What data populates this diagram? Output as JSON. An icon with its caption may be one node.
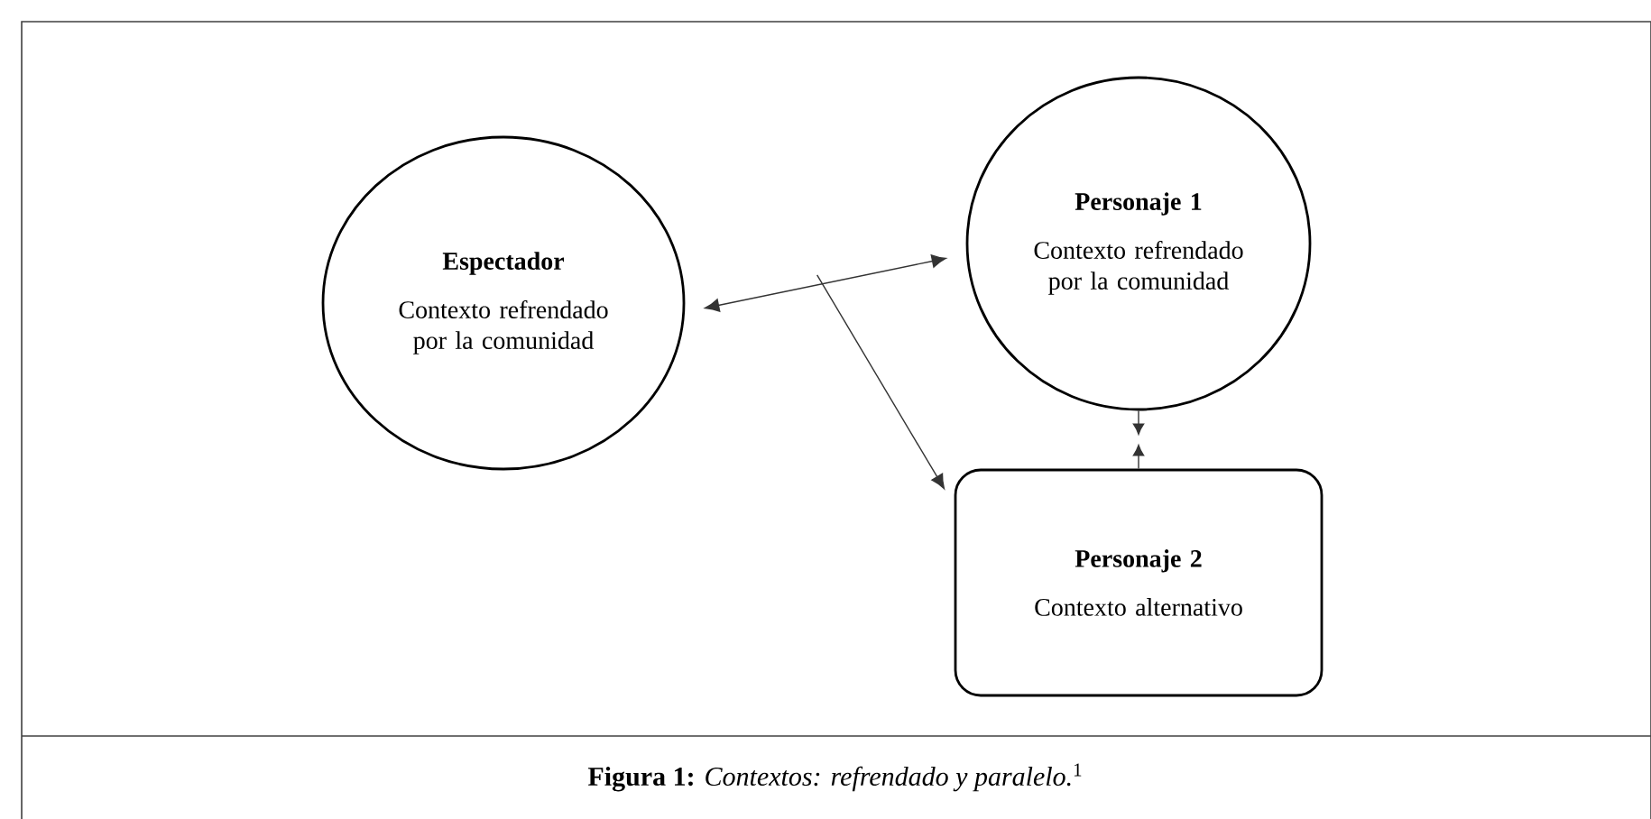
{
  "diagram": {
    "caption": "**Figura 1:** *Contextos: refrendado y paralelo.*$^{1}$",
    "nodes": [
      {
        "text": [
          "Espectador",
          "Contexto refrendado por la comunidad"
        ]
      },
      {
        "text": [
          "Personaje 1",
          "Contexto refrendado por la comunidad"
        ]
      },
      {
        "text": [
          "Personaje 2",
          "Contexto alternativo"
        ]
      }
    ],
    "edges": [
      {
        "from": 0,
        "to": 1,
        "arrow": "both"
      },
      {
        "from": null,
        "to": 2,
        "arrow": "to"
      },
      {
        "from": 1,
        "to": null,
        "arrow": "to"
      },
      {
        "from": 2,
        "to": null,
        "arrow": "to"
      }
    ]
  }
}
